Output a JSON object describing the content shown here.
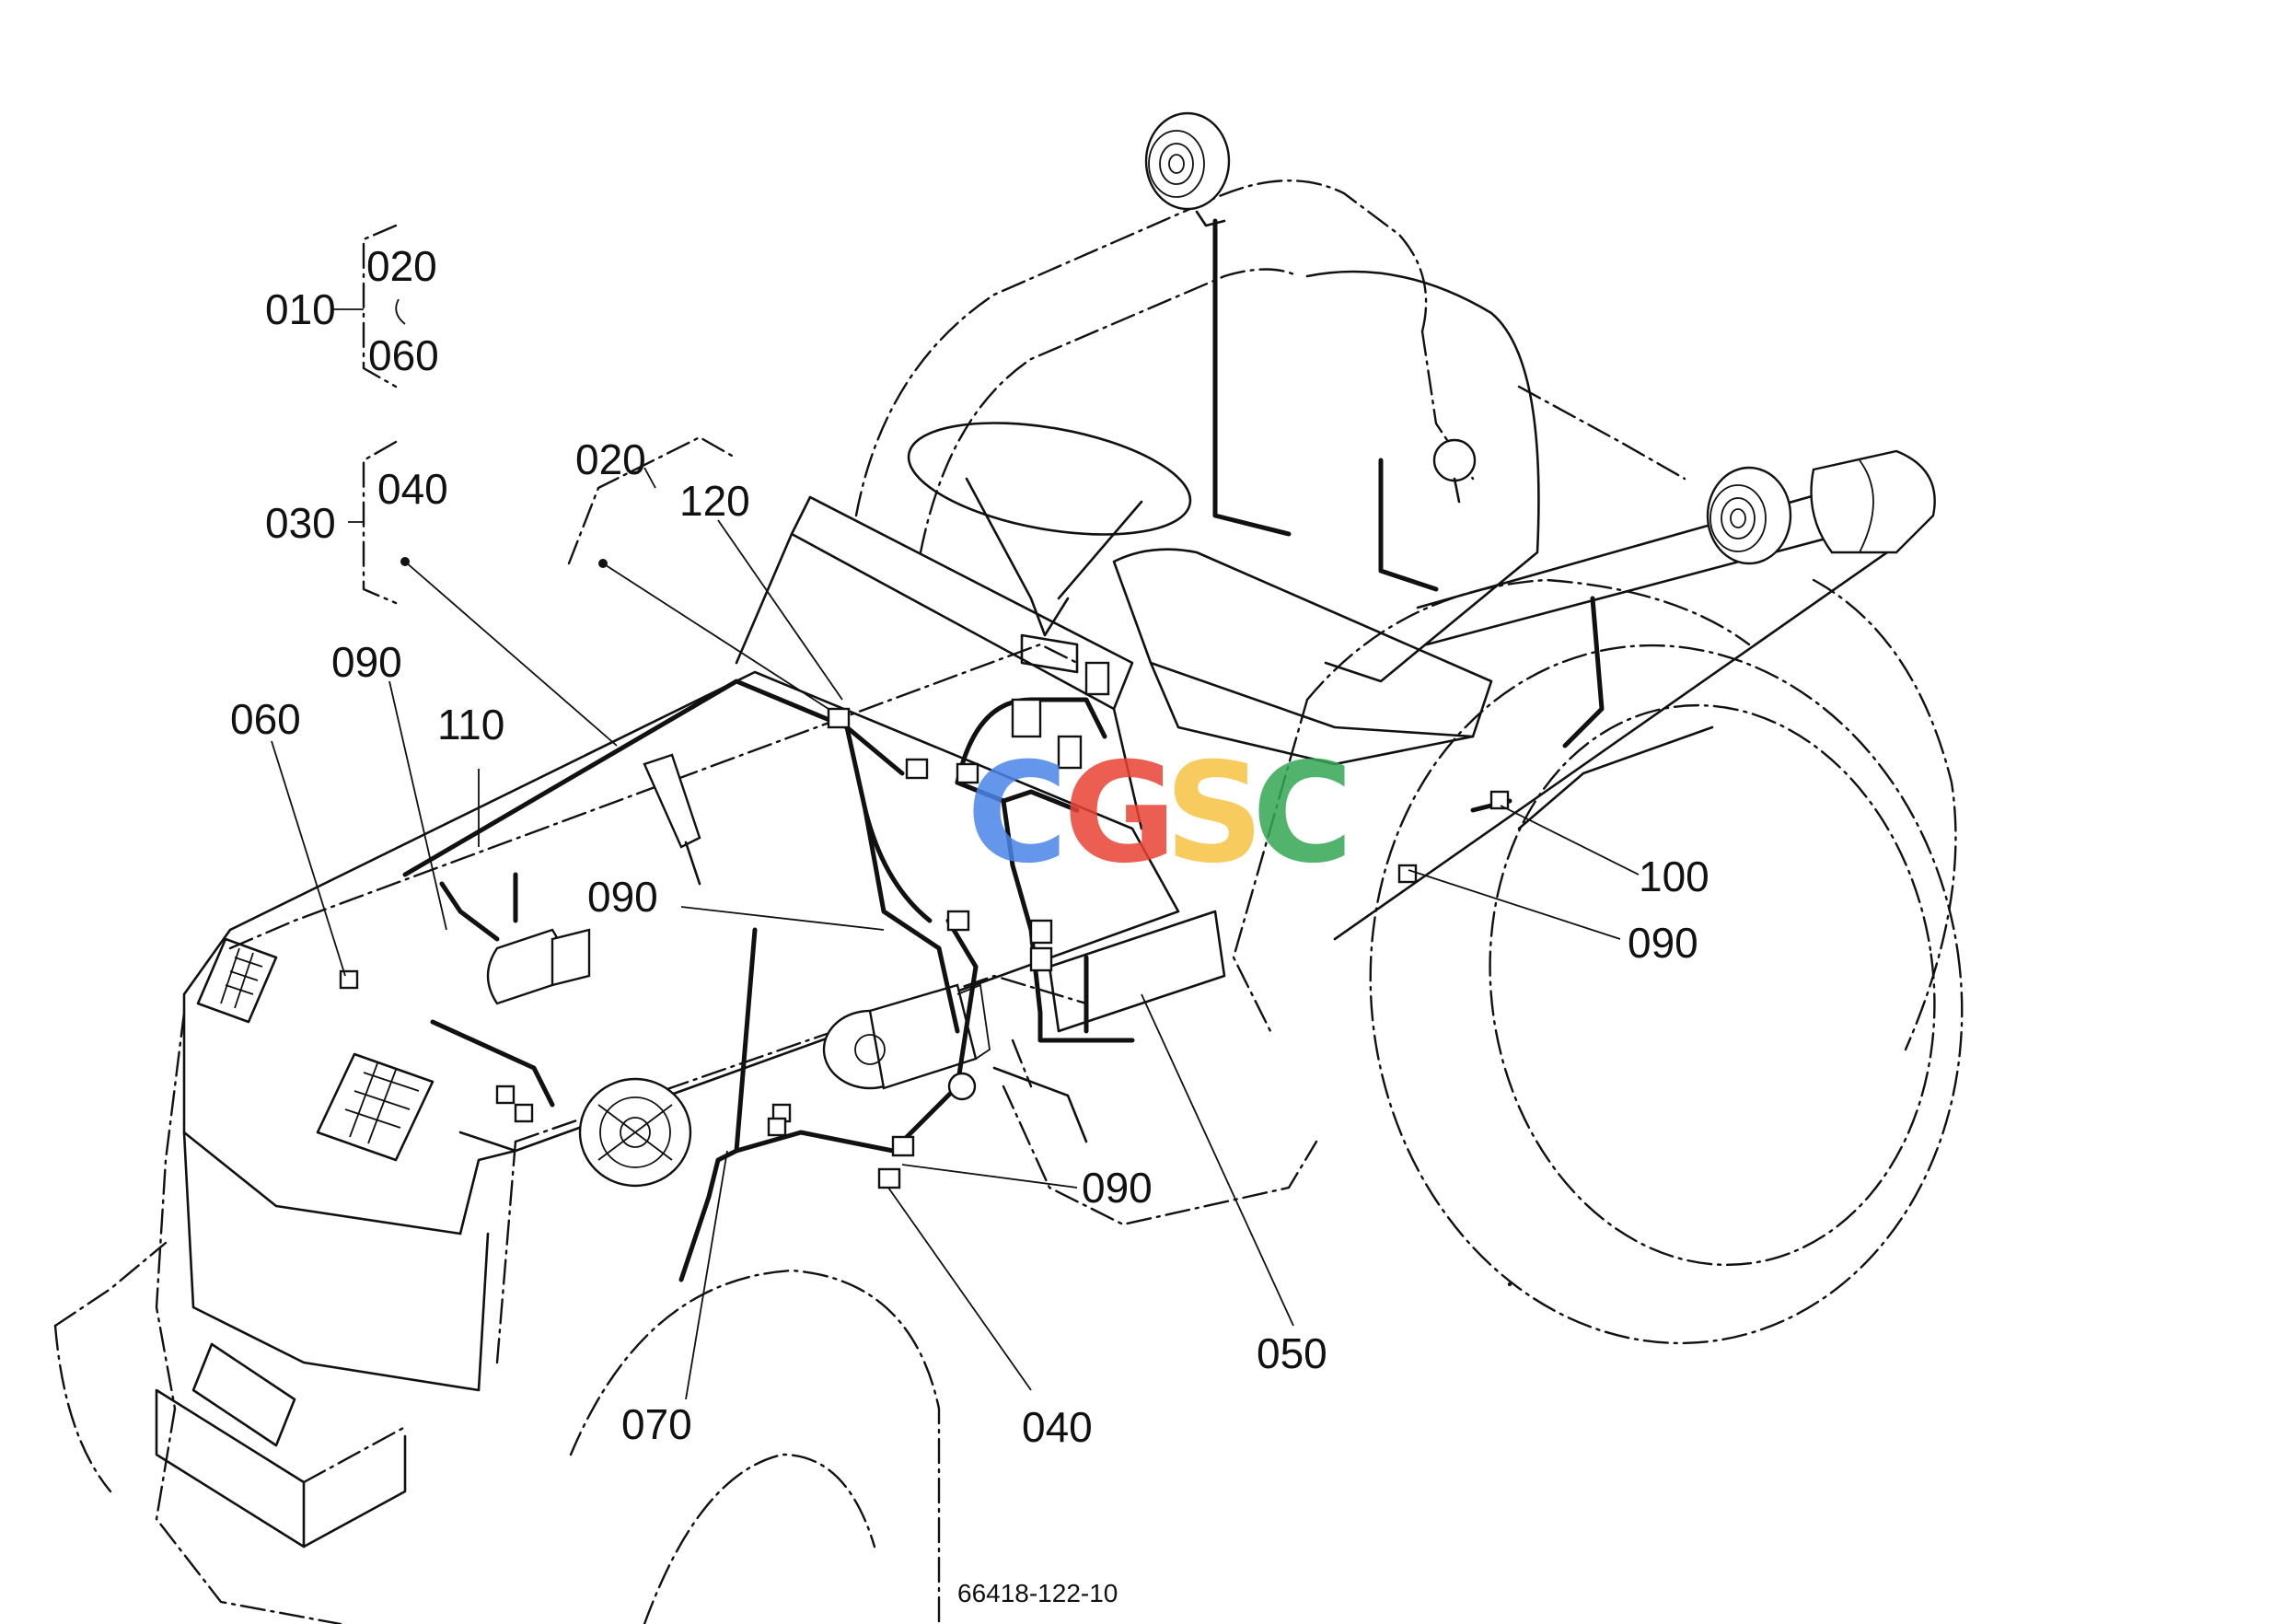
{
  "labels": {
    "grp010": "010",
    "grp010_top": "020",
    "grp010_bot": "060",
    "grp030": "030",
    "grp030_top": "040",
    "grp020": "020",
    "p120": "120",
    "p090_a": "090",
    "p110": "110",
    "p060": "060",
    "p090_b": "090",
    "p100": "100",
    "p090_c": "090",
    "p090_d": "090",
    "p050": "050",
    "p070": "070",
    "p040": "040"
  },
  "drawing_number": "66418-122-10",
  "watermark": {
    "letters": [
      "C",
      "G",
      "S",
      "C"
    ],
    "colors": [
      "#4a86e8",
      "#ea4335",
      "#f6c343",
      "#34a853"
    ]
  }
}
